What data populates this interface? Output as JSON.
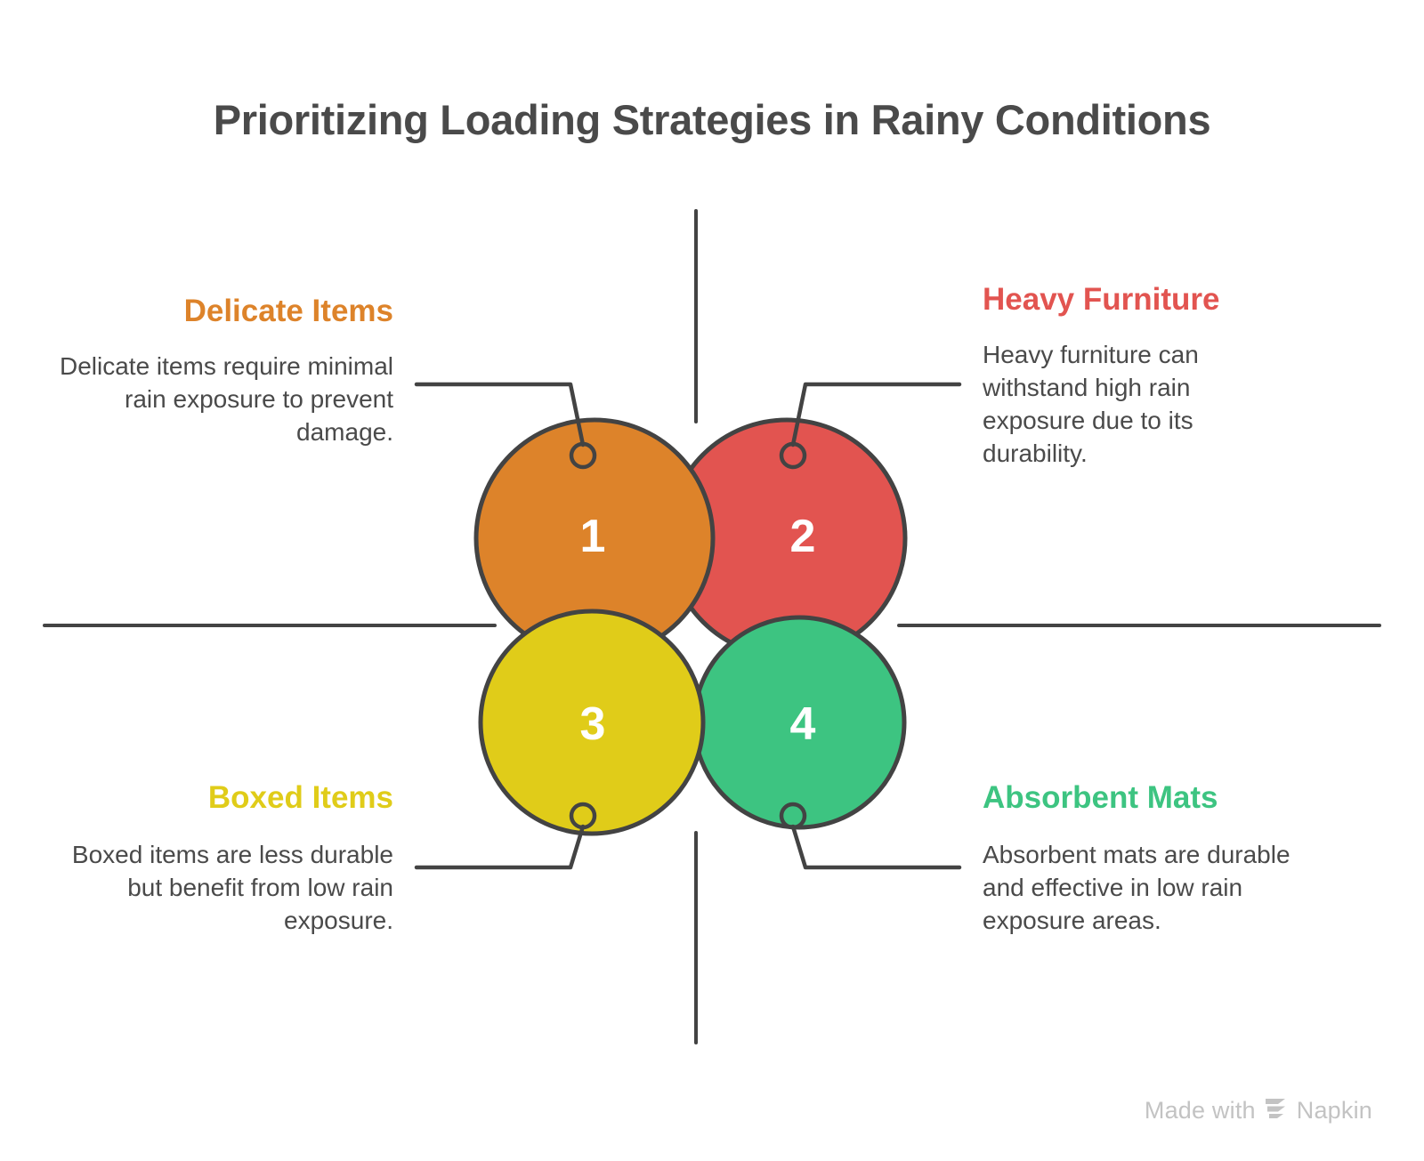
{
  "title": "Prioritizing Loading Strategies in Rainy Conditions",
  "colors": {
    "orange": "#DD832A",
    "red": "#E25450",
    "yellow": "#E0CC19",
    "green": "#3DC481",
    "stroke": "#434343",
    "text": "#4a4a4a",
    "title": "#4a4a4a",
    "watermark": "#c3c3c3",
    "background": "#ffffff"
  },
  "quadrants": [
    {
      "number": "1",
      "heading": "Delicate Items",
      "body": "Delicate items require minimal rain exposure to prevent damage.",
      "color": "#DD832A",
      "position": "top-left"
    },
    {
      "number": "2",
      "heading": "Heavy Furniture",
      "body": "Heavy furniture can withstand high rain exposure due to its durability.",
      "color": "#E25450",
      "position": "top-right"
    },
    {
      "number": "3",
      "heading": "Boxed Items",
      "body": "Boxed items are less durable but benefit from low rain exposure.",
      "color": "#E0CC19",
      "position": "bottom-left"
    },
    {
      "number": "4",
      "heading": "Absorbent Mats",
      "body": "Absorbent mats are durable and effective in low rain exposure areas.",
      "color": "#3DC481",
      "position": "bottom-right"
    }
  ],
  "watermark": {
    "prefix": "Made with",
    "brand": "Napkin",
    "logo": "napkin-logo-icon"
  }
}
